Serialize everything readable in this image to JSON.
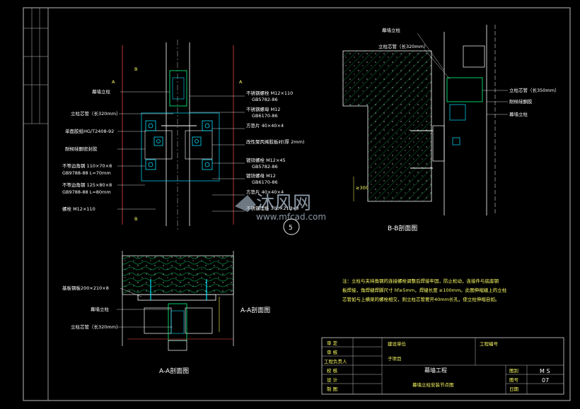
{
  "detail_top": {
    "section_markers": {
      "a_left": "A",
      "a_right": "A",
      "b_top": "B",
      "b_bottom": "B"
    },
    "left_labels": [
      "幕墙立柱",
      "立柱芯管（长320mm）",
      "单面胶纸HG/T2408-92",
      "耐候硅酮密封胶",
      "不等边角钢  110×70×8",
      "GB9788-88  L=70mm",
      "不等边角钢  125×80×8",
      "GB9788-88  L=80mm",
      "螺栓    M12×110"
    ],
    "right_labels": [
      "不锈钢螺栓  M12×110",
      "GB5782-86",
      "不锈钢螺母  M12",
      "GB6170-86",
      "方垫片  40×40×4",
      "改性聚丙烯胶板衬(厚 2mm)",
      "镀锌螺栓  M12×45",
      "GB5782-86",
      "镀锌螺母  M12",
      "GB6170-86",
      "方垫片  40×40×4",
      "不锈钢埋板  300×210×8"
    ],
    "detail_number": "5"
  },
  "detail_bb": {
    "labels": [
      "幕墙立柱",
      "立柱芯管（长320mm）",
      "立柱芯管（长350mm）",
      "耐候硅酮胶",
      "幕墙立柱"
    ],
    "dimension": "≥300",
    "caption": "B-B剖面图"
  },
  "detail_aa": {
    "labels": [
      "基板钢板200×210×8",
      "幕墙立柱",
      "立柱芯管（长320mm）"
    ],
    "caption_side": "A-A剖面图",
    "caption_bottom": "A-A剖面图"
  },
  "note": [
    "注：立柱与夹持角钢的连接螺栓调整后焊接牢固，防止松动，连接件与底座钢",
    "板焊接，角焊缝焊脚尺寸 hf≥5mm，焊缝长度 ≥100mm。此图伸缩缝上的立柱",
    "芯管如与上横梁的螺栓相交，则立柱芯管要开40mm长孔，使立柱伸缩自如。"
  ],
  "title_block": {
    "roles": [
      "审    定",
      "审    核",
      "工程负责人",
      "校    核",
      "设    计",
      "制    图"
    ],
    "construction_unit_label": "建设单位",
    "sub_project_label": "子项目",
    "project_no_label": "工程编号",
    "project_name": "幕墙工程",
    "drawing_title": "幕墙立柱安装节点图",
    "drawing_class_label": "图别",
    "drawing_class": "M S",
    "drawing_no_label": "图号",
    "drawing_no": "07",
    "date_label": "日期"
  },
  "watermark": {
    "brand": "沐风网",
    "url": "www.mfcad.com"
  },
  "colors": {
    "line": "#ffffff",
    "dim": "#ffff66",
    "hatch": "#00d060",
    "frame": "#bdbdbd",
    "edge": "#ff5050",
    "accent": "#00e0ff"
  }
}
